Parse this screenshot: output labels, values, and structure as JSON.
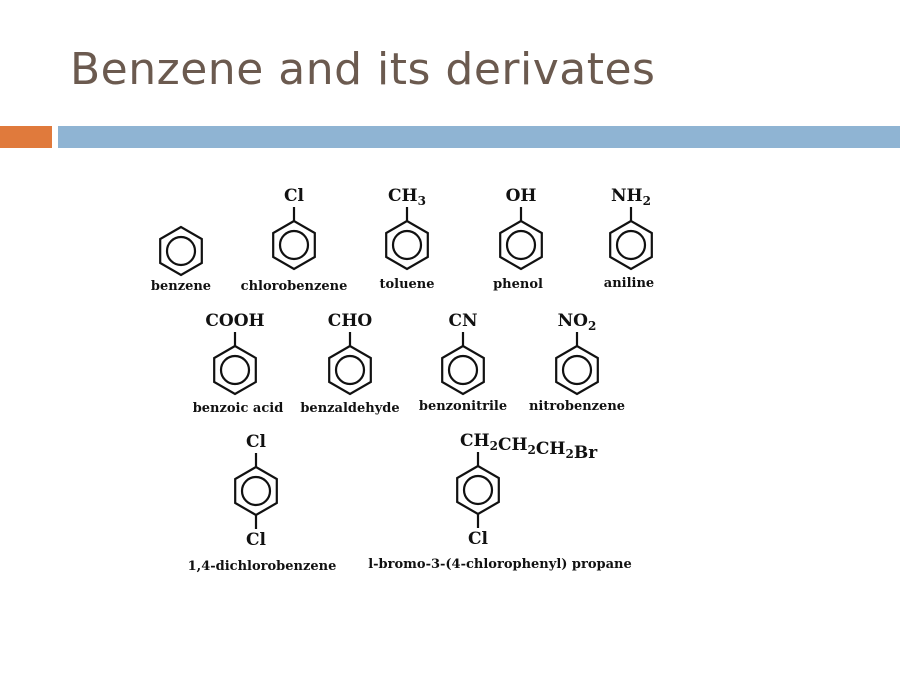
{
  "slide": {
    "title": "Benzene and its derivates"
  },
  "structures": [
    {
      "sub_top": "",
      "label": "benzene"
    },
    {
      "sub_top": "Cl",
      "label": "chlorobenzene"
    },
    {
      "sub_top": "CH3",
      "label": "toluene"
    },
    {
      "sub_top": "OH",
      "label": "phenol"
    },
    {
      "sub_top": "NH2",
      "label": "aniline"
    },
    {
      "sub_top": "COOH",
      "label": "benzoic acid"
    },
    {
      "sub_top": "CHO",
      "label": "benzaldehyde"
    },
    {
      "sub_top": "CN",
      "label": "benzonitrile"
    },
    {
      "sub_top": "NO2",
      "label": "nitrobenzene"
    },
    {
      "sub_top": "Cl",
      "sub_bottom": "Cl",
      "label": "1,4-dichlorobenzene"
    },
    {
      "sub_top": "CH2CH2CH2Br",
      "sub_bottom": "Cl",
      "label": "l-bromo-3-(4-chlorophenyl) propane"
    }
  ]
}
